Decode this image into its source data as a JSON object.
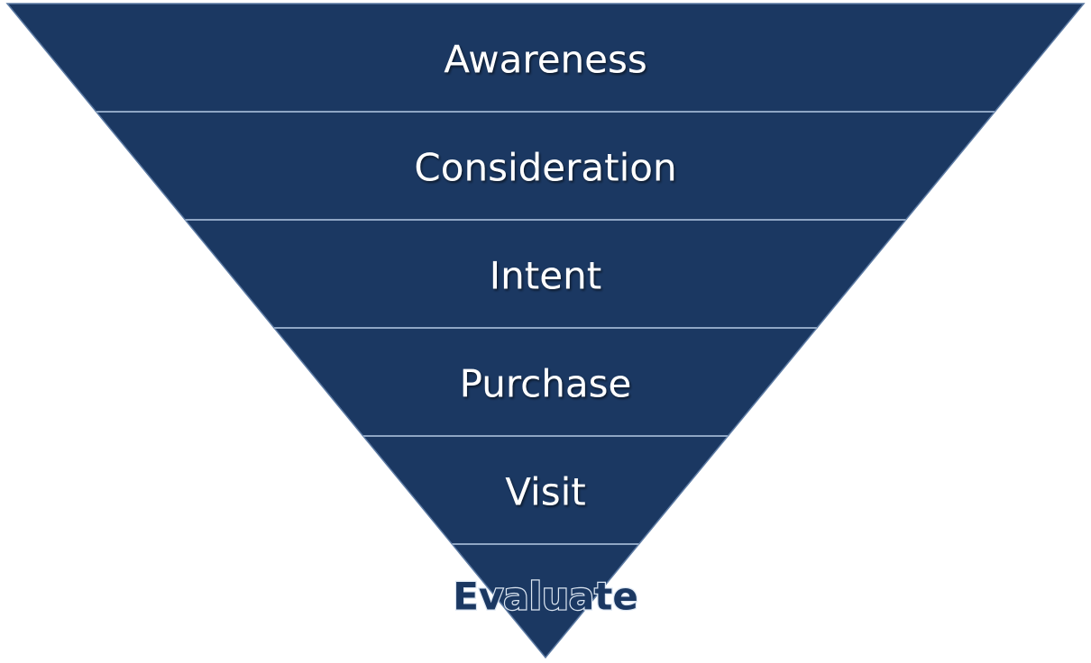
{
  "diagram": {
    "type": "inverted-funnel",
    "fill_color": "#1b3862",
    "divider_color": "#8fa6c4",
    "stages": [
      {
        "label": "Awareness"
      },
      {
        "label": "Consideration"
      },
      {
        "label": "Intent"
      },
      {
        "label": "Purchase"
      },
      {
        "label": "Visit"
      },
      {
        "label": "Evaluate",
        "style": "outlined"
      }
    ]
  }
}
